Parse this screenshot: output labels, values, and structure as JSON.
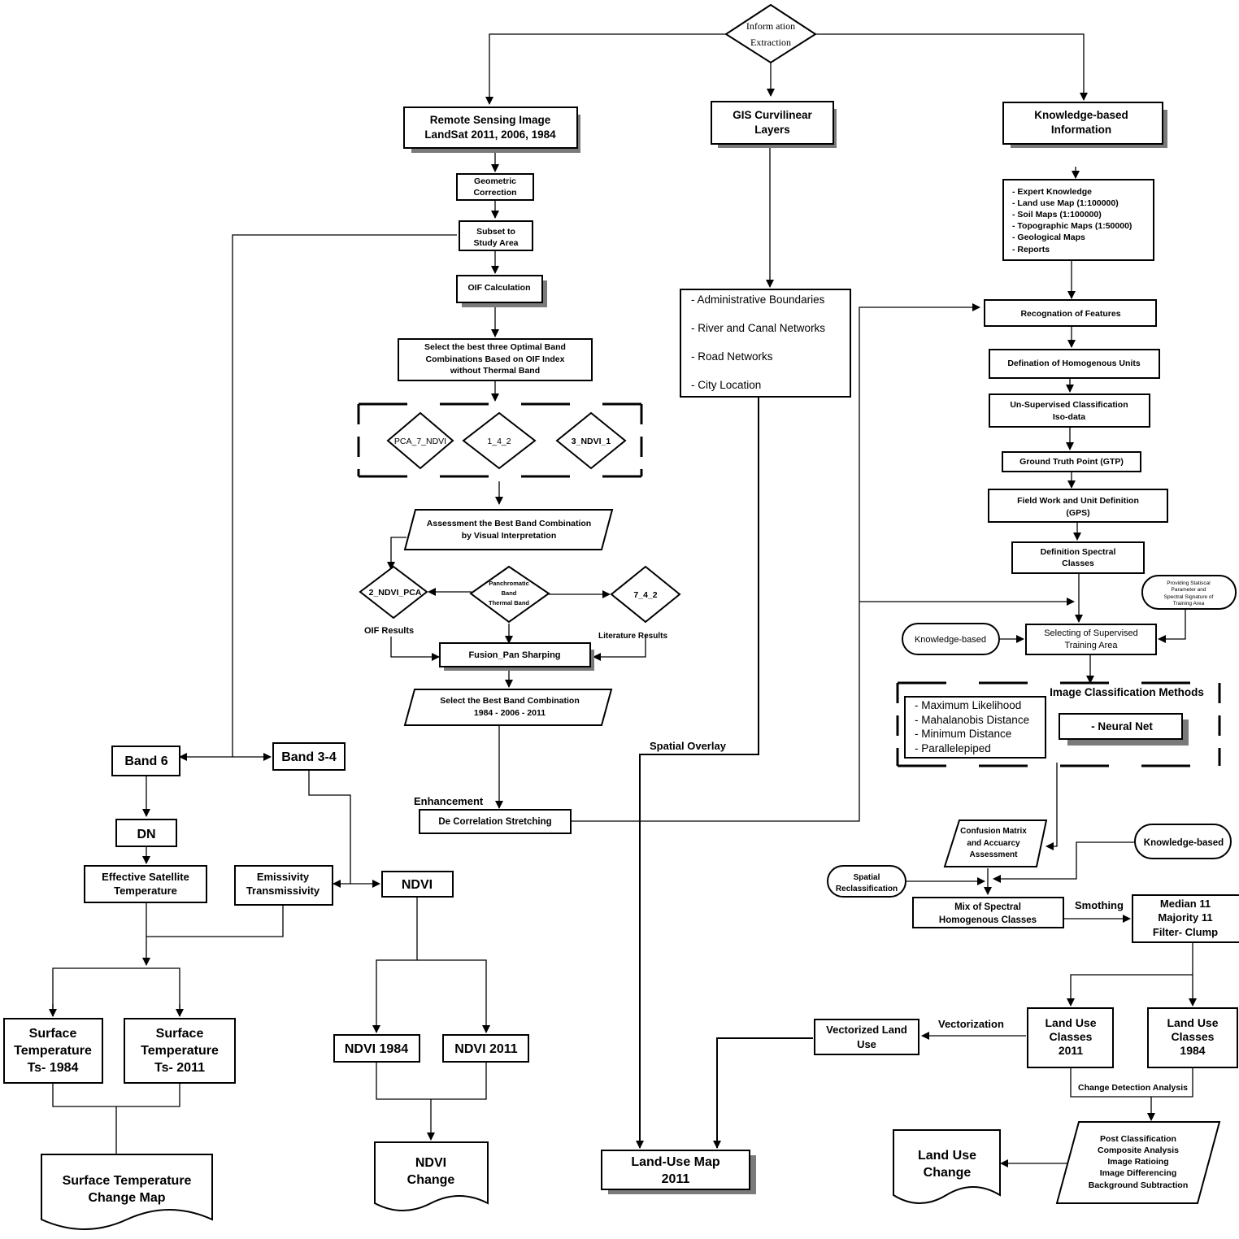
{
  "top": {
    "info_line1": "Inform ation",
    "info_line2": "Extraction"
  },
  "remote": {
    "line1": "Remote Sensing Image",
    "line2": "LandSat 2011, 2006, 1984"
  },
  "gis": {
    "line1": "GIS Curvilinear",
    "line2": "Layers"
  },
  "kb": {
    "line1": "Knowledge-based",
    "line2": "Information"
  },
  "geometric": {
    "line1": "Geometric",
    "line2": "Correction"
  },
  "subset": {
    "line1": "Subset to",
    "line2": "Study Area"
  },
  "oif_calc": "OIF Calculation",
  "select_best": {
    "line1": "Select the best three Optimal Band",
    "line2": "Combinations Based on OIF Index",
    "line3": "without Thermal Band"
  },
  "combos": [
    "PCA_7_NDVI",
    "1_4_2",
    "3_NDVI_1"
  ],
  "assessment": {
    "line1": "Assessment the Best Band Combination",
    "line2": "by Visual Interpretation"
  },
  "ndvi_pca": "2_NDVI_PCA",
  "panchro": {
    "line1": "Panchromatic",
    "line2": "Band",
    "line3": "Thermal Band"
  },
  "seven42": "7_4_2",
  "oif_results": "OIF Results",
  "lit_results": "Literature Results",
  "fusion": "Fusion_Pan Sharping",
  "select_best2": {
    "line1": "Select the Best Band Combination",
    "line2": "1984 - 2006 - 2011"
  },
  "enhancement": "Enhancement",
  "decorrelation": "De Correlation Stretching",
  "gis_layers": [
    "- Administrative Boundaries",
    "- River and Canal Networks",
    "- Road Networks",
    "- City  Location"
  ],
  "spatial_overlay": "Spatial Overlay",
  "kb_list": [
    "- Expert Knowledge",
    "- Land use Map (1:100000)",
    "- Soil Maps (1:100000)",
    "- Topographic Maps (1:50000)",
    "- Geological Maps",
    "- Reports"
  ],
  "recognition": "Recognation of Features",
  "defination": "Defination of Homogenous Units",
  "unsupervised": {
    "line1": "Un-Supervised Classification",
    "line2": "Iso-data"
  },
  "gtp": "Ground Truth Point (GTP)",
  "fieldwork": {
    "line1": "Field Work and Unit Definition",
    "line2": "(GPS)"
  },
  "spectral": {
    "line1": "Definition Spectral",
    "line2": "Classes"
  },
  "providing": {
    "line1": "Providing Statiscal",
    "line2": "Parameter and",
    "line3": "Spectral Signature of",
    "line4": "Training Area"
  },
  "knowledge_based": "Knowledge-based",
  "selecting": {
    "line1": "Selecting of Supervised",
    "line2": "Training Area"
  },
  "methods_title": "Image Classification Methods",
  "methods": [
    "- Maximum Likelihood",
    "- Mahalanobis Distance",
    "- Minimum Distance",
    "- Parallelepiped"
  ],
  "neural": "- Neural Net",
  "confusion": {
    "line1": "Confusion Matrix",
    "line2": "and Accuarcy",
    "line3": "Assessment"
  },
  "knowledge_based2": "Knowledge-based",
  "spatial_reclass": {
    "line1": "Spatial",
    "line2": "Reclassification"
  },
  "mix": {
    "line1": "Mix of Spectral",
    "line2": "Homogenous Classes"
  },
  "smoothing": "Smothing",
  "median": {
    "line1": "Median 11",
    "line2": "Majority 11",
    "line3": "Filter- Clump"
  },
  "band6": "Band 6",
  "band34": "Band 3-4",
  "dn": "DN",
  "effective": {
    "line1": "Effective Satellite",
    "line2": "Temperature"
  },
  "emissivity": {
    "line1": "Emissivity",
    "line2": "Transmissivity"
  },
  "ndvi": "NDVI",
  "surf1984": {
    "line1": "Surface",
    "line2": "Temperature",
    "line3": "Ts- 1984"
  },
  "surf2011": {
    "line1": "Surface",
    "line2": "Temperature",
    "line3": "Ts- 2011"
  },
  "ndvi1984": "NDVI 1984",
  "ndvi2011": "NDVI 2011",
  "surf_change": {
    "line1": "Surface Temperature",
    "line2": "Change Map"
  },
  "ndvi_change": {
    "line1": "NDVI",
    "line2": "Change"
  },
  "landuse_map": {
    "line1": "Land-Use Map",
    "line2": "2011"
  },
  "vectorized": {
    "line1": "Vectorized Land",
    "line2": "Use"
  },
  "vectorization": "Vectorization",
  "luc2011": {
    "line1": "Land Use",
    "line2": "Classes",
    "line3": "2011"
  },
  "luc1984": {
    "line1": "Land Use",
    "line2": "Classes",
    "line3": "1984"
  },
  "change_detection": "Change Detection Analysis",
  "postclass": [
    "Post Classification",
    "Composite Analysis",
    "Image Ratioing",
    "Image Differencing",
    "Background Subtraction"
  ],
  "land_use_change": {
    "line1": "Land Use",
    "line2": "Change"
  }
}
